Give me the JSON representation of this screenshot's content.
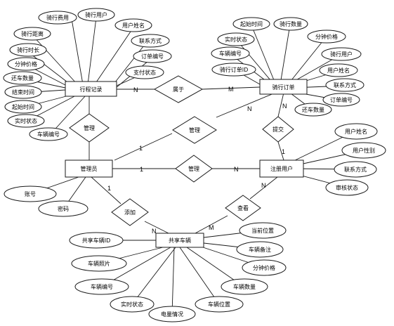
{
  "entities": {
    "trip_record": "行程记录",
    "ride_order": "骑行订单",
    "admin": "管理员",
    "registered_user": "注册用户",
    "shared_car": "共享车辆"
  },
  "relations": {
    "belongs": "属于",
    "manage_trip": "管理",
    "manage_order": "管理",
    "manage_user": "管理",
    "submit": "提交",
    "add": "添加",
    "view": "查看"
  },
  "trip_record_attrs": [
    "骑行费用",
    "骑行用户",
    "用户姓名",
    "骑行距离",
    "联系方式",
    "骑行时长",
    "订单编号",
    "分钟价格",
    "支付状态",
    "还车数量",
    "结束时间",
    "起始时间",
    "实时状态",
    "车辆编号"
  ],
  "ride_order_attrs": [
    "起始时间",
    "骑行数量",
    "实时状态",
    "分钟价格",
    "车辆编号",
    "骑行用户",
    "骑行订单ID",
    "用户姓名",
    "联系方式",
    "订单编号",
    "还车数量"
  ],
  "user_attrs": [
    "用户姓名",
    "用户性别",
    "联系方式",
    "审核状态"
  ],
  "admin_attrs": [
    "账号",
    "密码"
  ],
  "car_attrs": [
    "共享车辆ID",
    "车辆照片",
    "车辆编号",
    "实时状态",
    "电量情况",
    "车辆位置",
    "车辆数量",
    "分钟价格",
    "车辆备注",
    "当前位置"
  ],
  "cardinalities": {
    "trip_belongs": "N",
    "belongs_order": "M",
    "trip_manage": "1",
    "manage_order": "N",
    "order_submit": "N",
    "submit_user": "1",
    "admin_manage": "1",
    "manage_user": "N",
    "admin_add": "1",
    "add_car": "N",
    "user_view": "N",
    "view_car": "M"
  }
}
